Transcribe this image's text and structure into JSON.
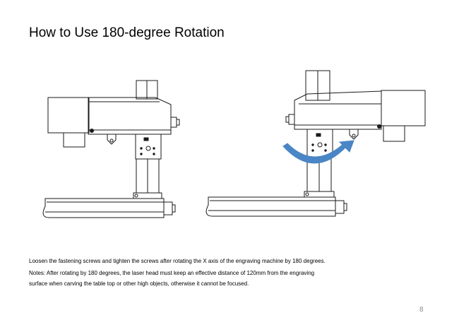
{
  "page": {
    "title": "How to Use 180-degree Rotation",
    "paragraphs": [
      "Loosen the fastening screws and tighten the screws after rotating the X axis of the engraving machine by 180 degrees.",
      "Notes: After rotating by 180 degrees, the laser head must keep an effective distance of 120mm from the engraving",
      "surface when carving the table top or other high objects, otherwise it cannot be focused."
    ],
    "page_number": "8"
  },
  "colors": {
    "line": "#1a1a1a",
    "rotation_arrow": "#4a86c5",
    "page_number": "#8a8a8a"
  },
  "figures": {
    "left": {
      "icon": "engraving-machine-default-orientation"
    },
    "right": {
      "icon": "engraving-machine-rotated-180",
      "arrow_icon": "rotation-arrow-icon"
    }
  }
}
